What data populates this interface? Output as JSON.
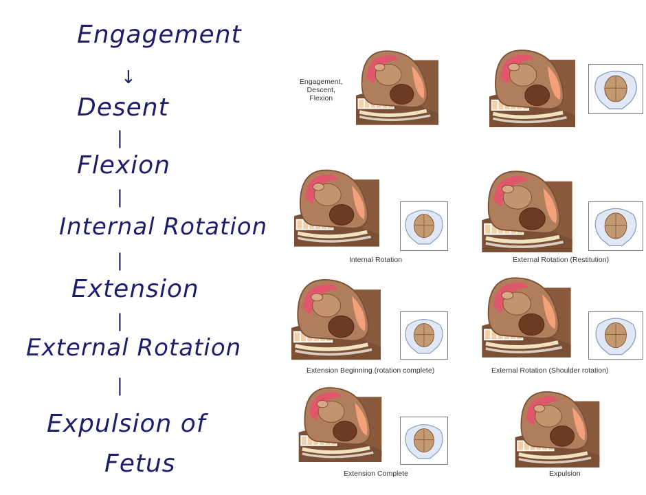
{
  "flowchart": {
    "steps": [
      "Engagement",
      "Desent",
      "Flexion",
      "Internal Rotation",
      "Extension",
      "External Rotation",
      "Expulsion of",
      "Fetus"
    ],
    "first_connector": "↓",
    "connector": "|"
  },
  "illustrations": {
    "labels": {
      "engagement": "Engagement,\nDescent,\nFlexion",
      "engagement_lines": [
        "Engagement,",
        "Descent,",
        "Flexion"
      ],
      "internal_rotation": "Internal Rotation",
      "restitution": "External Rotation (Restitution)",
      "extension_beginning": "Extension Beginning (rotation complete)",
      "shoulder_rotation": "External Rotation (Shoulder rotation)",
      "extension_complete": "Extension Complete",
      "expulsion": "Expulsion"
    }
  },
  "colors": {
    "ink": "#1c1d6b",
    "skin": "#a9795a",
    "lining": "#e0566b",
    "pelvis": "#c9d8ec"
  }
}
